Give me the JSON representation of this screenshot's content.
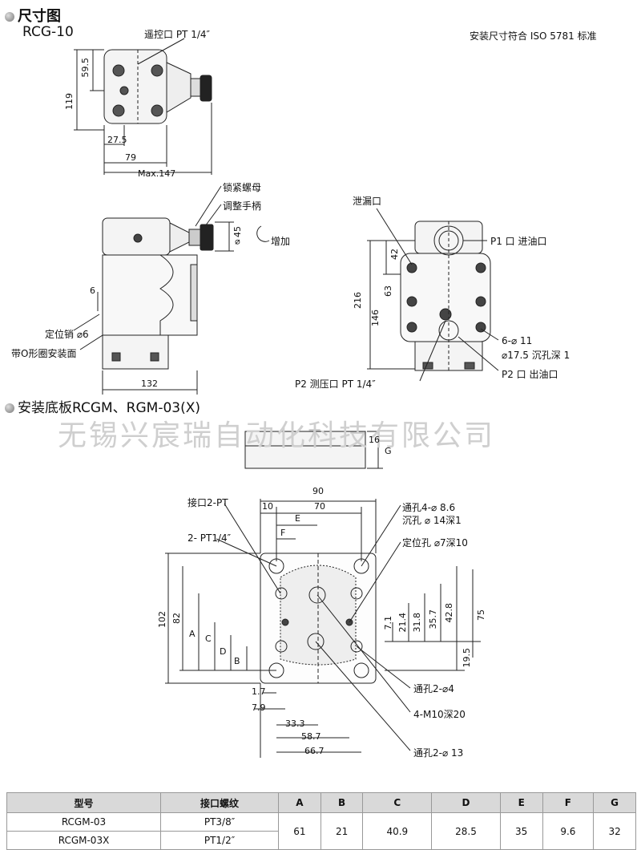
{
  "header": {
    "section1_title": "尺寸图",
    "model": "RCG-10",
    "install_note": "安装尺寸符合 ISO 5781 标准"
  },
  "top_view": {
    "remote_port": "遥控口 PT 1/4″",
    "dim_59_5": "59.5",
    "dim_119": "119",
    "dim_27_5": "27.5",
    "dim_79": "79",
    "dim_max147": "Max.147"
  },
  "side_view": {
    "lock_nut": "锁紧螺母",
    "adjust_handle": "调整手柄",
    "increase": "增加",
    "dim_45": "⌀45",
    "dim_6": "6",
    "locating_pin": "定位销 ⌀6",
    "o_ring_face": "带O形圈安装面",
    "dim_132": "132"
  },
  "front_view": {
    "drain_port": "泄漏口",
    "p1_port": "P1 口  进油口",
    "dim_42": "42",
    "dim_63": "63",
    "dim_216": "216",
    "dim_146": "146",
    "holes": "6-⌀ 11",
    "counterbore": "⌀17.5 沉孔深 1",
    "p2_port": "P2 口  出油口",
    "p2_gauge": "P2 测压口  PT 1/4″"
  },
  "section2": {
    "title": "安装底板RCGM、RGM-03(X)",
    "watermark": "无锡兴宸瑞自动化科技有限公司",
    "dim_16": "16",
    "dim_G": "G"
  },
  "plate": {
    "port2": "接口2-PT",
    "pt14": "2- PT1/4″",
    "thru_hole": "通孔4-⌀ 8.6",
    "counter": "沉孔 ⌀ 14深1",
    "loc_hole": "定位孔 ⌀7深10",
    "thru2_4": "通孔2-⌀4",
    "m10": "4-M10深20",
    "thru2_13": "通孔2-⌀ 13",
    "d90": "90",
    "d10": "10",
    "d70": "70",
    "dE": "E",
    "dF": "F",
    "d102": "102",
    "d82": "82",
    "dA": "A",
    "dC": "C",
    "dD": "D",
    "dB": "B",
    "d7_1": "7.1",
    "d21_4": "21.4",
    "d31_8": "31.8",
    "d35_7": "35.7",
    "d42_8": "42.8",
    "d75": "75",
    "d19_5": "19.5",
    "d1_7": "1.7",
    "d7_9": "7.9",
    "d33_3": "33.3",
    "d58_7": "58.7",
    "d66_7": "66.7"
  },
  "table": {
    "headers": [
      "型号",
      "接口螺纹",
      "A",
      "B",
      "C",
      "D",
      "E",
      "F",
      "G"
    ],
    "model1": "RCGM-03",
    "thread1": "PT3/8″",
    "model2": "RCGM-03X",
    "thread2": "PT1/2″",
    "A": "61",
    "B": "21",
    "C": "40.9",
    "D": "28.5",
    "E": "35",
    "F": "9.6",
    "G": "32"
  }
}
